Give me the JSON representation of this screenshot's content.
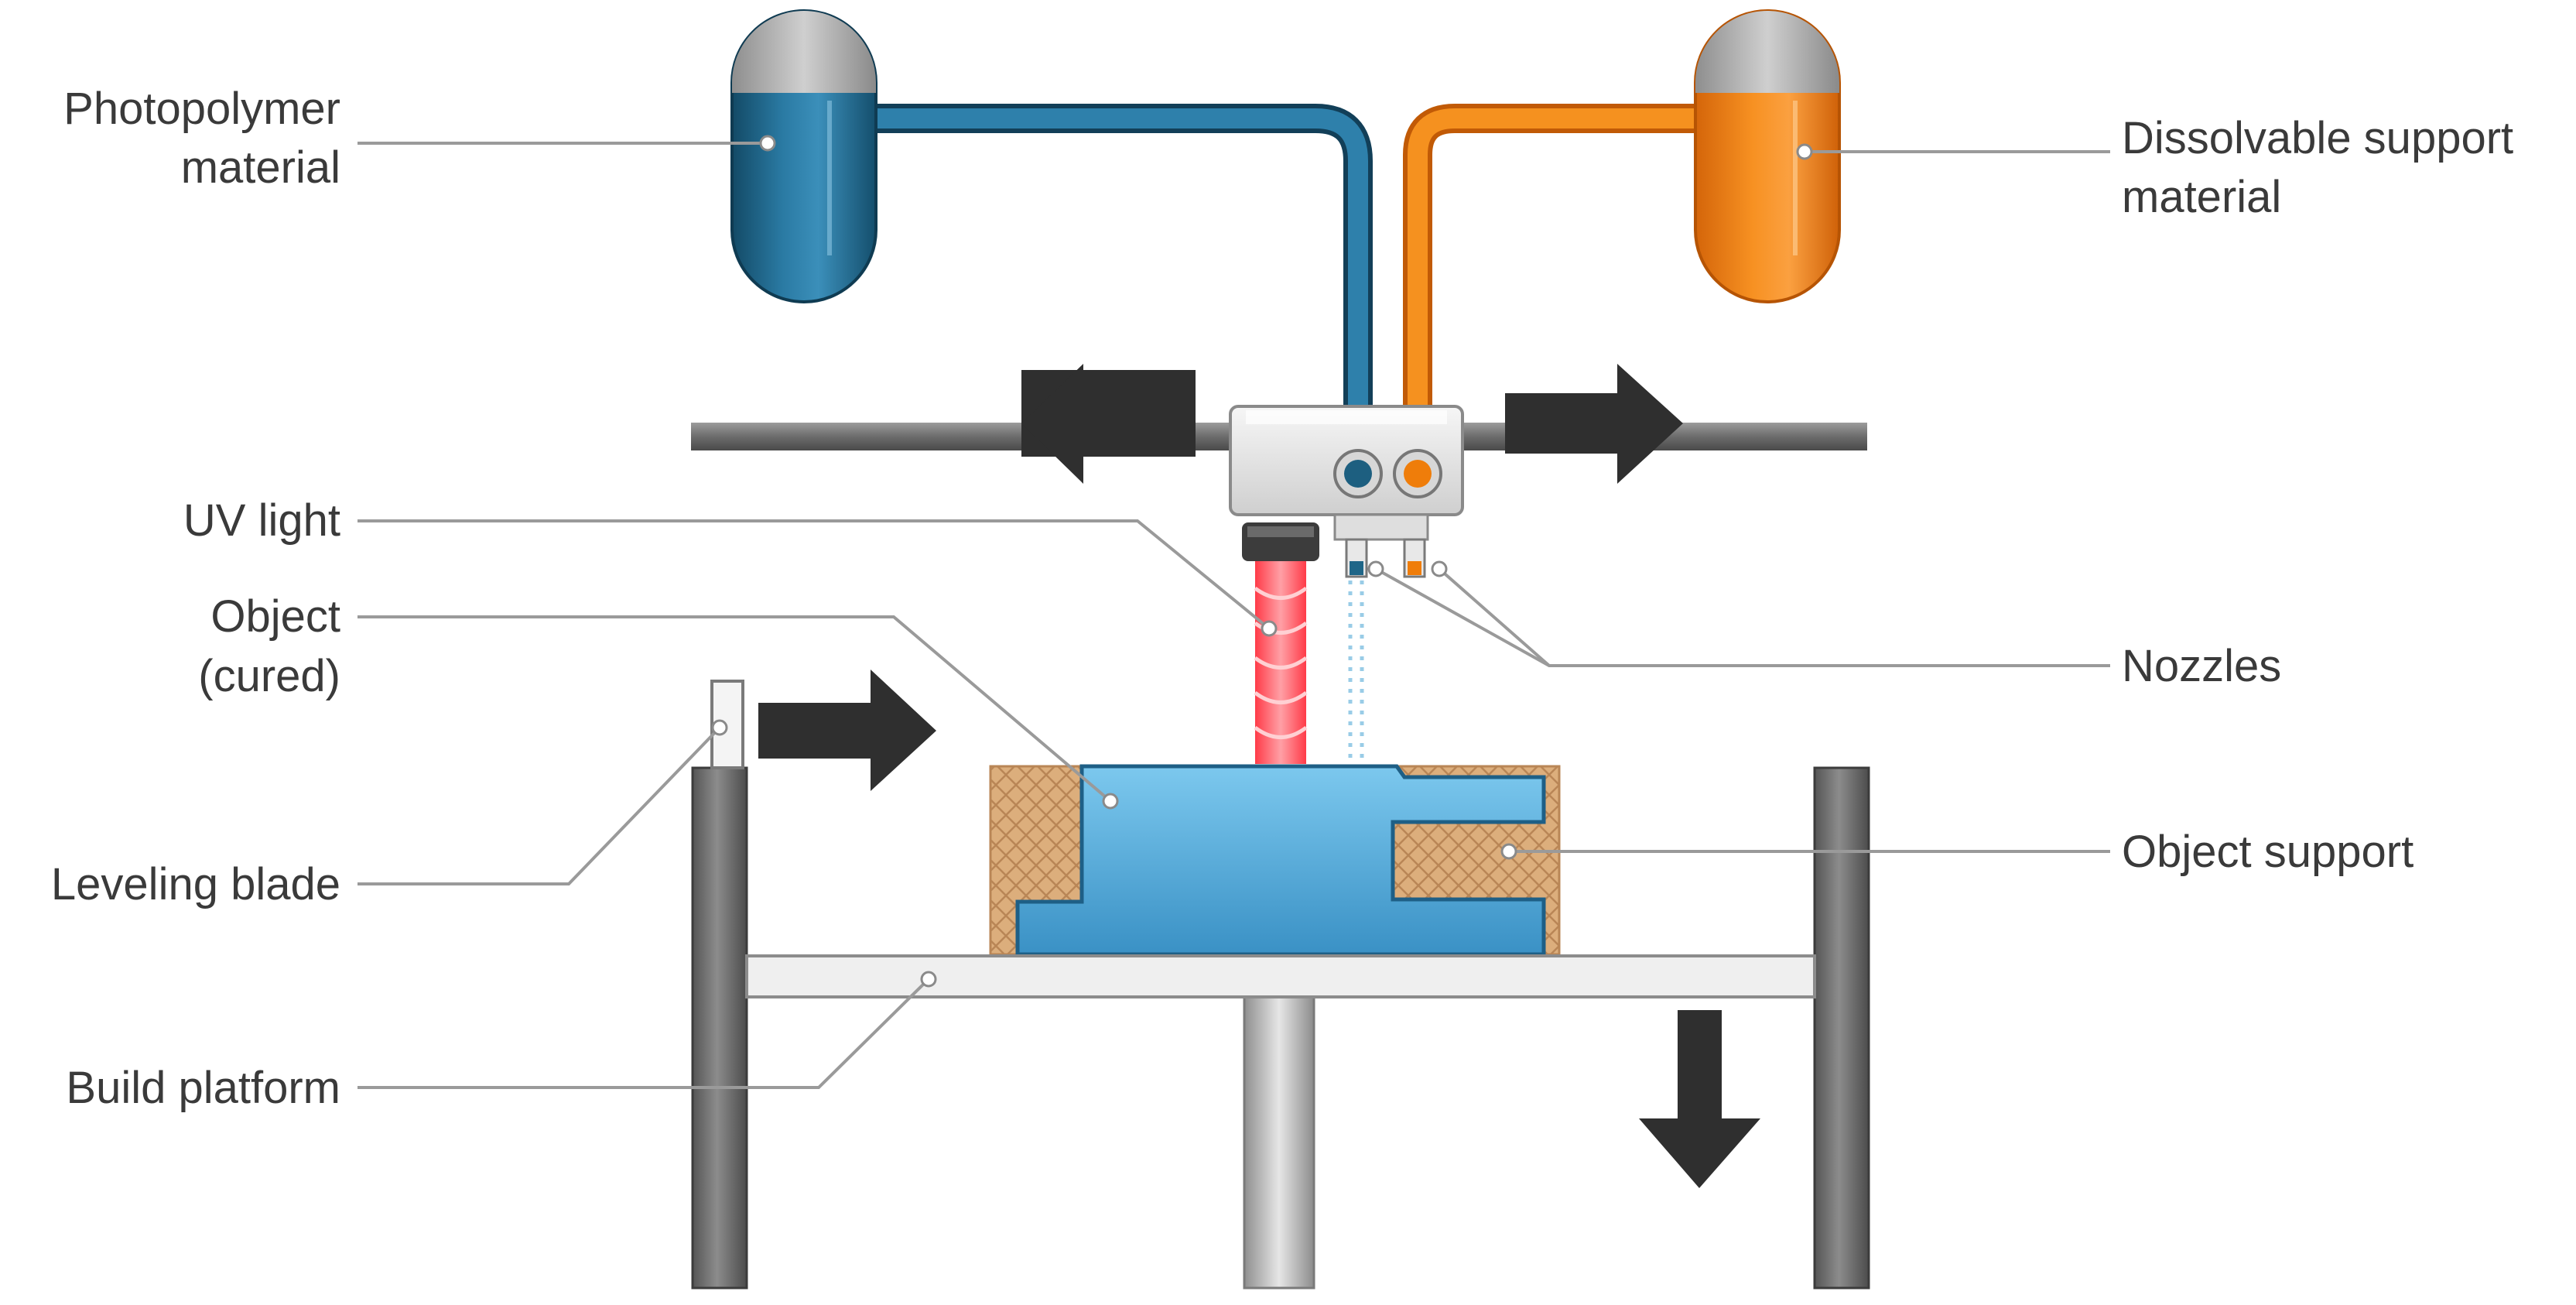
{
  "labels": {
    "photopolymer_line1": "Photopolymer",
    "photopolymer_line2": "material",
    "dissolvable_line1": "Dissolvable support",
    "dissolvable_line2": "material",
    "uv_light": "UV light",
    "object_line1": "Object",
    "object_line2": "(cured)",
    "nozzles": "Nozzles",
    "leveling_blade": "Leveling blade",
    "object_support": "Object support",
    "build_platform": "Build platform"
  },
  "colors": {
    "photopolymer": "#1f6688",
    "support_material": "#ef7d0a",
    "object": "#4aa6d8",
    "support_pattern": "#d9a874",
    "uv": "#ff4a55",
    "arrow": "#2f2f2f",
    "frame": "#6a6a6a"
  },
  "icons": {
    "head_left": "arrow-left-icon",
    "head_right": "arrow-right-icon",
    "blade": "arrow-right-icon",
    "platform": "arrow-down-icon"
  }
}
